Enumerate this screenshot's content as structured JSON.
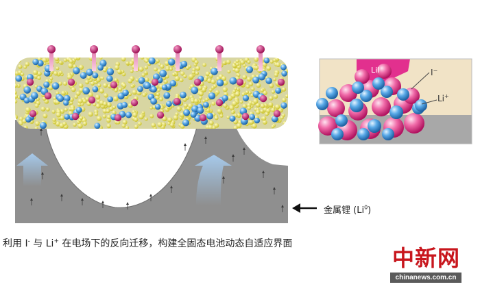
{
  "caption": {
    "pre": "利用 I",
    "sup1": "-",
    "mid": " 与 Li",
    "sup2": "+",
    "post": " 在电场下的反向迁移，构建全固态电池动态自适应界面"
  },
  "metal_label": {
    "text": "金属锂 (Li",
    "sup": "0",
    "close": ")"
  },
  "inset": {
    "lii_label": "LiI",
    "iodide_label": "I",
    "iodide_sup": "−",
    "lithium_label": "Li",
    "lithium_sup": "+"
  },
  "watermark": {
    "logo_text": "中新网",
    "url": "chinanews.com.cn"
  },
  "colors": {
    "metal": "#8d8d8d",
    "iodide_sphere": "#c2186b",
    "lithium_sphere": "#3b8fd0",
    "electrolyte_grain": "#e3e04a",
    "inset_substrate": "#f0e2c4",
    "inset_lii": "#e2308e"
  }
}
